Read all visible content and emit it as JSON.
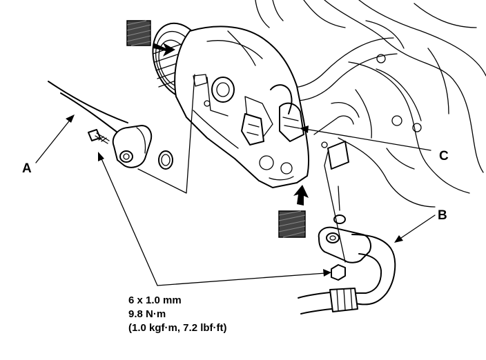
{
  "callouts": {
    "a": "A",
    "b": "B",
    "c": "C"
  },
  "bolt_spec": {
    "size": "6 x 1.0 mm",
    "torque_nm": "9.8 N·m",
    "torque_alt": "(1.0 kgf·m, 7.2 lbf·ft)"
  },
  "icons": [
    "new-o-ring-symbol",
    "arrow"
  ],
  "colors": {
    "line": "#000000",
    "background": "#ffffff"
  }
}
